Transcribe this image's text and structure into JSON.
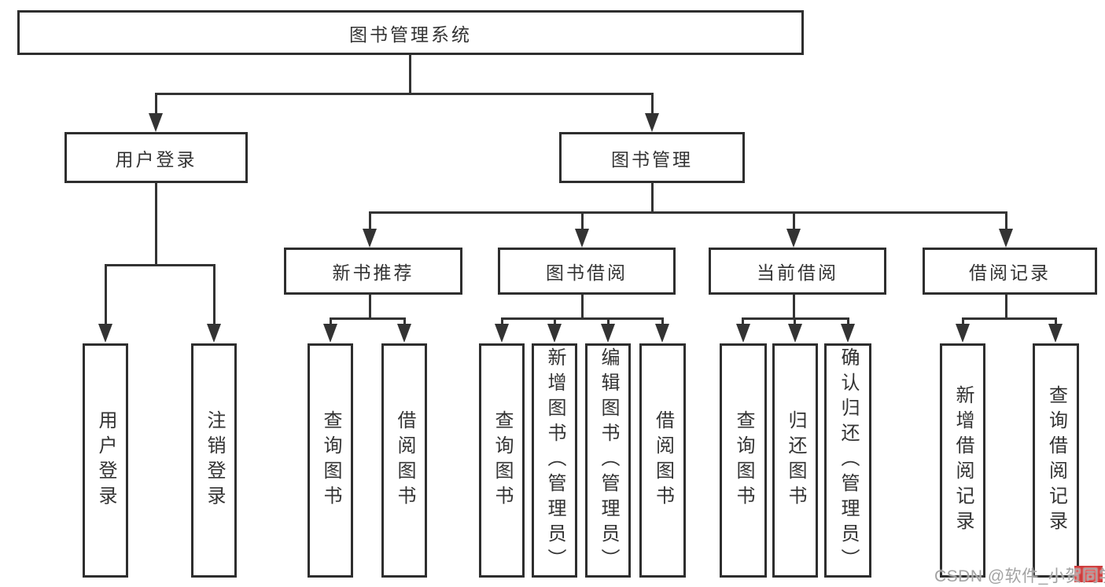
{
  "diagram": {
    "root": {
      "label": "图书管理系统"
    },
    "level2": [
      {
        "id": "user-login",
        "label": "用户登录"
      },
      {
        "id": "book-management",
        "label": "图书管理"
      }
    ],
    "level3": [
      {
        "id": "new-book-recommend",
        "label": "新书推荐"
      },
      {
        "id": "book-borrow",
        "label": "图书借阅"
      },
      {
        "id": "current-borrow",
        "label": "当前借阅"
      },
      {
        "id": "borrow-records",
        "label": "借阅记录"
      }
    ],
    "leaves": [
      {
        "parent": "user-login",
        "label": "用户登录"
      },
      {
        "parent": "user-login",
        "label": "注销登录"
      },
      {
        "parent": "new-book-recommend",
        "label": "查询图书"
      },
      {
        "parent": "new-book-recommend",
        "label": "借阅图书"
      },
      {
        "parent": "book-borrow",
        "label": "查询图书"
      },
      {
        "parent": "book-borrow",
        "label": "新增图书（管理员）"
      },
      {
        "parent": "book-borrow",
        "label": "编辑图书（管理员）"
      },
      {
        "parent": "book-borrow",
        "label": "借阅图书"
      },
      {
        "parent": "current-borrow",
        "label": "查询图书"
      },
      {
        "parent": "current-borrow",
        "label": "归还图书"
      },
      {
        "parent": "current-borrow",
        "label": "确认归还（管理员）"
      },
      {
        "parent": "borrow-records",
        "label": "新增借阅记录"
      },
      {
        "parent": "borrow-records",
        "label": "查询借阅记录"
      }
    ]
  },
  "watermark": {
    "text": "CSDN @软件_小贺同学"
  },
  "colors": {
    "background": "#ffffff",
    "border": "#2e2e2e",
    "line": "#333333",
    "text": "#333333",
    "watermark_text": "#a3a3a3",
    "watermark_badge": "#ce3a3a"
  }
}
